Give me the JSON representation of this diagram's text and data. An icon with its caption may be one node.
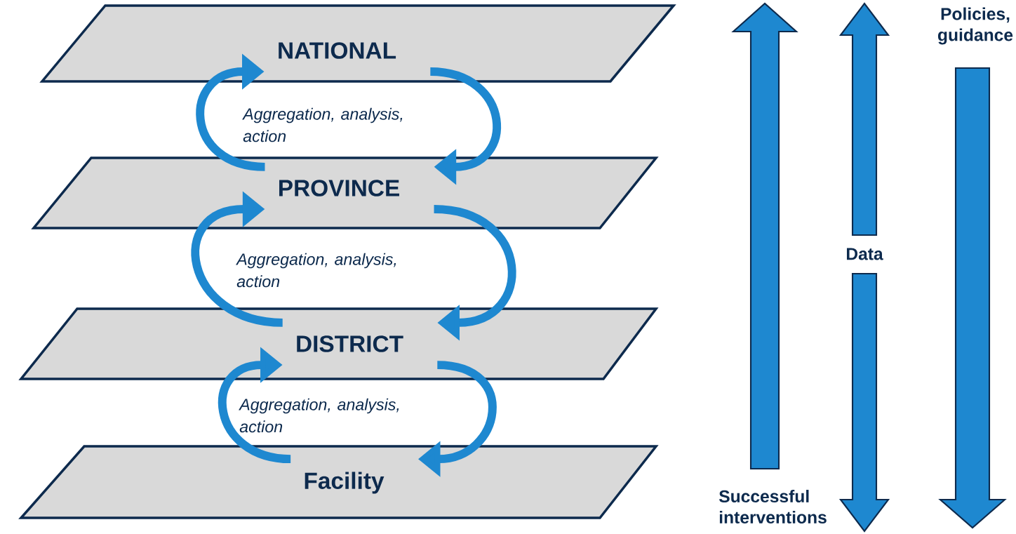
{
  "diagram": {
    "nodes": [
      {
        "text": [
          "NATIONAL"
        ]
      },
      {
        "text": [
          "PROVINCE"
        ]
      },
      {
        "text": [
          "DISTRICT"
        ]
      },
      {
        "text": [
          "Facility"
        ]
      }
    ],
    "edges": [
      {
        "from": 1,
        "to": 0,
        "arrow": "to"
      },
      {
        "from": 0,
        "to": 1,
        "arrow": "to"
      },
      {
        "from": 2,
        "to": 1,
        "arrow": "to"
      },
      {
        "from": 1,
        "to": 2,
        "arrow": "to"
      },
      {
        "from": 3,
        "to": 2,
        "arrow": "to"
      },
      {
        "from": 2,
        "to": 3,
        "arrow": "to"
      }
    ],
    "labels": [
      "Policies, guidance",
      "Aggregation, analysis, action",
      "Data",
      "Aggregation, analysis, action",
      "Aggregation, analysis, action",
      "Successful interventions"
    ]
  }
}
